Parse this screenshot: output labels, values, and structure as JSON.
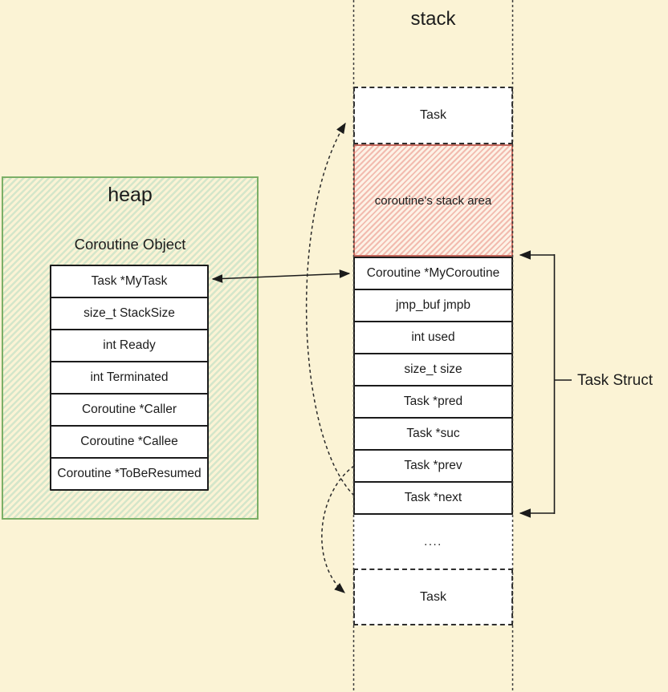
{
  "heap": {
    "label": "heap",
    "object_title": "Coroutine Object",
    "fields": [
      "Task *MyTask",
      "size_t StackSize",
      "int Ready",
      "int Terminated",
      "Coroutine *Caller",
      "Coroutine *Callee",
      "Coroutine *ToBeResumed"
    ]
  },
  "stack": {
    "label": "stack",
    "top_task_label": "Task",
    "stack_area_label": "coroutine's stack area",
    "struct_fields": [
      "Coroutine *MyCoroutine",
      "jmp_buf jmpb",
      "int used",
      "size_t size",
      "Task *pred",
      "Task *suc",
      "Task *prev",
      "Task *next"
    ],
    "ellipsis": "....",
    "bottom_task_label": "Task"
  },
  "annotations": {
    "task_struct_label": "Task Struct"
  },
  "colors": {
    "background": "#FBF3D5",
    "heap_border": "#7CAF66",
    "heap_hatch": "#D4E6CA",
    "stack_area_border": "#C4685C",
    "stack_area_hatch": "#F2BBAF",
    "box_border": "#1B1B1B",
    "connector": "#2E2E2E"
  }
}
